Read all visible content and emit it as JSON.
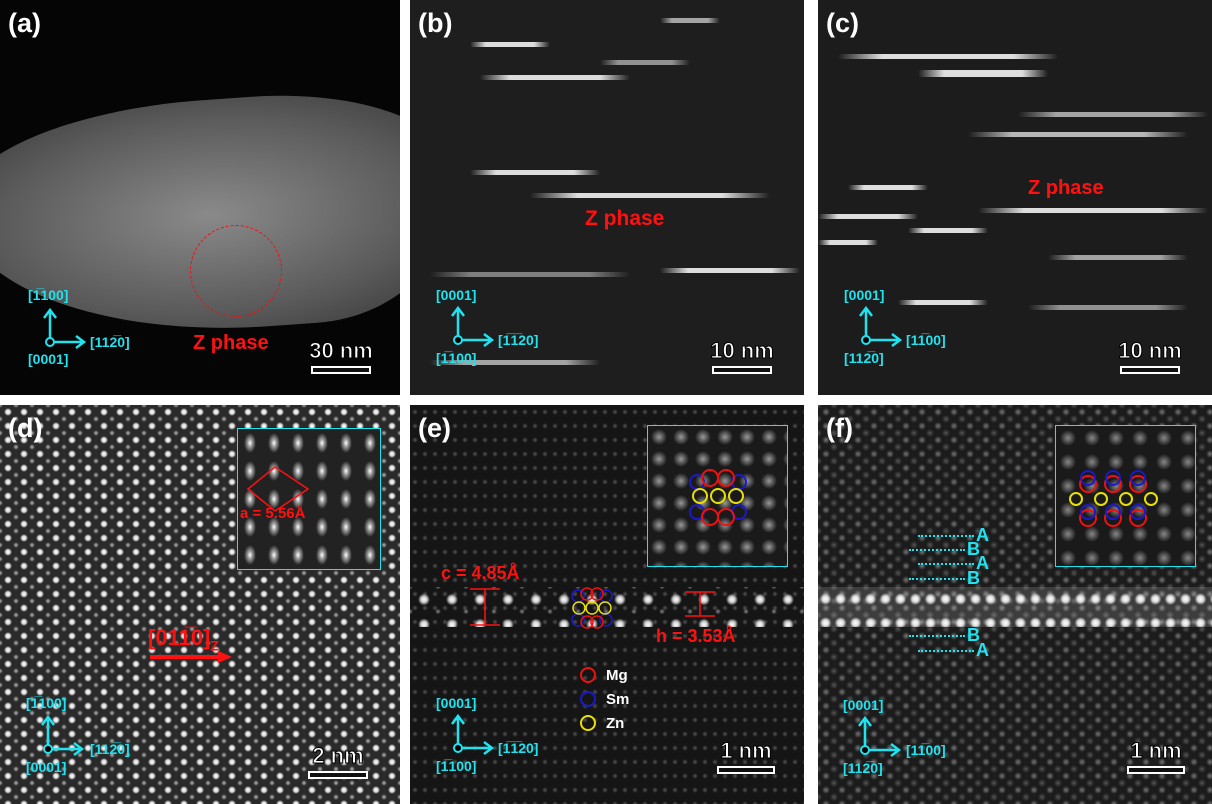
{
  "panels": {
    "a": {
      "label": "(a)",
      "phase_label": "Z phase",
      "axis": {
        "up": "[1̅100]",
        "right": "[112̅0]",
        "center": "[0001]"
      },
      "scale": "30 nm"
    },
    "b": {
      "label": "(b)",
      "phase_label": "Z phase",
      "axis": {
        "up": "[0001]",
        "right": "[1̅1̅20]",
        "center": "[1̅100]"
      },
      "scale": "10 nm"
    },
    "c": {
      "label": "(c)",
      "phase_label": "Z phase",
      "axis": {
        "up": "[0001]",
        "right": "[11̅00]",
        "center": "[112̅0]"
      },
      "scale": "10 nm"
    },
    "d": {
      "label": "(d)",
      "lattice_param": "a = 5.56Å",
      "direction": "[011̅0]",
      "direction_sub": "Z",
      "axis": {
        "up": "[1̅100]",
        "right": "[112̅0]",
        "center": "[0001]"
      },
      "scale": "2 nm"
    },
    "e": {
      "label": "(e)",
      "c_param": "c = 4.85Å",
      "h_param": "h = 3.53Å",
      "legend": [
        {
          "name": "Mg",
          "color": "#ee1111"
        },
        {
          "name": "Sm",
          "color": "#1a1acc"
        },
        {
          "name": "Zn",
          "color": "#e8e000"
        }
      ],
      "axis": {
        "up": "[0001]",
        "right": "[1̅1̅20]",
        "center": "[1̅100]"
      },
      "scale": "1 nm"
    },
    "f": {
      "label": "(f)",
      "stacking_top": [
        "A",
        "B",
        "A",
        "B"
      ],
      "stacking_bottom": [
        "B",
        "A"
      ],
      "axis": {
        "up": "[0001]",
        "right": "[11̅00]",
        "center": "[112̅0]"
      },
      "scale": "1 nm"
    }
  },
  "colors": {
    "annotation": "#1fe3ef",
    "highlight": "#ff1111"
  }
}
